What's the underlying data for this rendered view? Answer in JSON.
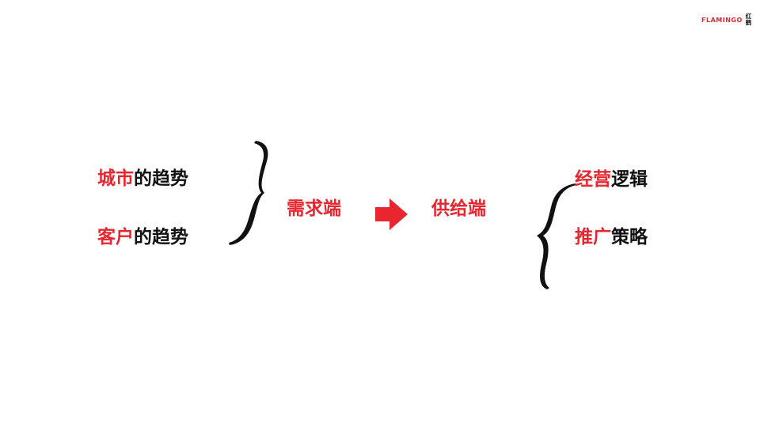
{
  "logo": {
    "wordmark": "FLAMINGO",
    "chinese": "红鹤"
  },
  "left": {
    "items": [
      {
        "highlight": "城市",
        "rest": "的趋势"
      },
      {
        "highlight": "客户",
        "rest": "的趋势"
      }
    ]
  },
  "middle": {
    "demand": "需求端",
    "supply": "供给端"
  },
  "right": {
    "items": [
      {
        "highlight": "经营",
        "rest": "逻辑"
      },
      {
        "highlight": "推广",
        "rest": "策略"
      }
    ]
  },
  "colors": {
    "accent": "#e8262f",
    "text": "#111111",
    "background": "#ffffff"
  },
  "icons": {
    "arrow": "right-arrow-icon",
    "brace_left_group": "right-curly-brace-icon",
    "brace_right_group": "left-curly-brace-icon"
  }
}
